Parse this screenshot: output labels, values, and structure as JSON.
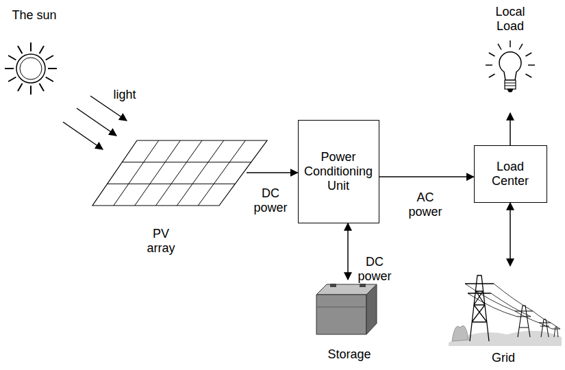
{
  "diagram": {
    "nodes": [
      {
        "text": [
          "The sun"
        ]
      },
      {
        "text": [
          "PV array"
        ]
      },
      {
        "text": [
          "Power Conditioning Unit"
        ]
      },
      {
        "text": [
          "Storage"
        ]
      },
      {
        "text": [
          "Local Load"
        ]
      },
      {
        "text": [
          "Load Center"
        ]
      },
      {
        "text": [
          "Grid"
        ]
      }
    ],
    "edges": [
      {
        "from": 0,
        "to": 1,
        "label": "light",
        "arrow": "to"
      },
      {
        "from": 1,
        "to": 2,
        "label": "DC power",
        "arrow": "to"
      },
      {
        "from": 2,
        "to": 3,
        "label": "DC power",
        "arrow": "both"
      },
      {
        "from": 2,
        "to": 5,
        "label": "AC power",
        "arrow": "to"
      },
      {
        "from": 5,
        "to": 4,
        "arrow": "to"
      },
      {
        "from": 5,
        "to": 6,
        "arrow": "both"
      }
    ]
  }
}
